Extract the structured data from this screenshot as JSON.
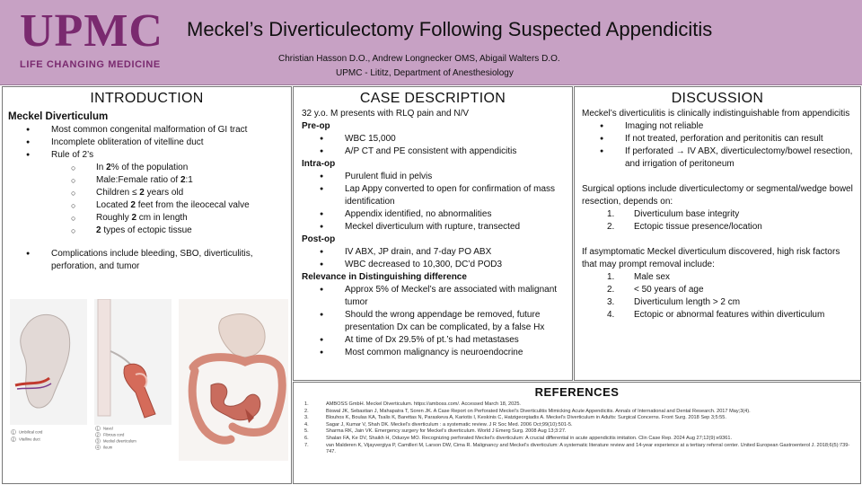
{
  "header": {
    "logo_text": "UPMC",
    "logo_tagline": "LIFE CHANGING MEDICINE",
    "title": "Meckel’s Diverticulectomy Following Suspected Appendicitis",
    "authors": "Christian Hasson D.O., Andrew Longnecker OMS, Abigail Walters D.O.",
    "affiliation": "UPMC - Lititz, Department of Anesthesiology",
    "bg_color": "#c7a1c4",
    "brand_color": "#7a2a6f"
  },
  "introduction": {
    "heading": "INTRODUCTION",
    "subheading": "Meckel Diverticulum",
    "bullets": [
      "Most common congenital malformation of GI tract",
      "Incomplete obliteration of vitelline duct",
      "Rule of 2’s"
    ],
    "rule_of_twos": [
      {
        "pre": "In ",
        "b": "2",
        "post": "% of the population"
      },
      {
        "pre": "Male:Female ratio of ",
        "b": "2",
        "post": ":1"
      },
      {
        "pre": "Children ≤ ",
        "b": "2",
        "post": " years old"
      },
      {
        "pre": "Located ",
        "b": "2",
        "post": " feet from the ileocecal valve"
      },
      {
        "pre": "Roughly ",
        "b": "2",
        "post": " cm in length"
      },
      {
        "pre": "",
        "b": "2",
        "post": " types of ectopic tissue"
      }
    ],
    "complications": "Complications include bleeding, SBO, diverticulitis, perforation, and tumor",
    "figure_legend_left": [
      "Umbilical cord",
      "Vitelline duct"
    ],
    "figure_legend_right": [
      "Navel",
      "Fibrous cord",
      "Meckel diverticulum",
      "Ileum"
    ],
    "figure_numbers_left": [
      "1",
      "2"
    ],
    "figure_numbers_right": [
      "1",
      "2",
      "3",
      "4"
    ]
  },
  "case": {
    "heading": "CASE DESCRIPTION",
    "intro_line": "32 y.o. M presents with RLQ pain and N/V",
    "preop_label": "Pre-op",
    "preop": [
      "WBC 15,000",
      "A/P CT and PE consistent with appendicitis"
    ],
    "intraop_label": "Intra-op",
    "intraop": [
      "Purulent fluid in pelvis",
      "Lap Appy converted to open for confirmation of mass identification",
      "Appendix identified, no abnormalities",
      "Meckel diverticulum with rupture, transected"
    ],
    "postop_label": "Post-op",
    "postop": [
      "IV ABX, JP drain, and 7-day PO ABX",
      "WBC decreased to 10,300, DC’d POD3"
    ],
    "relevance_label": "Relevance in Distinguishing difference",
    "relevance": [
      "Approx 5% of Meckel’s are associated with malignant tumor",
      "Should the wrong appendage be removed, future presentation Dx can be complicated, by a false Hx",
      "At time of Dx 29.5% of pt.’s had metastases",
      "Most common malignancy is neuroendocrine"
    ]
  },
  "discussion": {
    "heading": "DISCUSSION",
    "p1": "Meckel’s diverticulitis is clinically indistinguishable from appendicitis",
    "p1_bullets": [
      "Imaging not reliable",
      "If not treated, perforation and peritonitis can result",
      "If perforated → IV ABX, diverticulectomy/bowel resection, and irrigation of peritoneum"
    ],
    "p2": "Surgical options include diverticulectomy or segmental/wedge bowel resection, depends on:",
    "p2_items": [
      "Diverticulum base integrity",
      "Ectopic tissue presence/location"
    ],
    "p3": "If asymptomatic Meckel diverticulum discovered, high risk factors that may prompt removal include:",
    "p3_items": [
      "Male sex",
      "< 50 years of age",
      "Diverticulum length > 2 cm",
      "Ectopic or abnormal features within diverticulum"
    ]
  },
  "references": {
    "heading": "REFERENCES",
    "items": [
      "AMBOSS GmbH. Meckel Diverticulum. https://amboss.com/. Accessed March 18, 2025.",
      "Biswal JK, Sebastian J, Mahapatra T, Soren JK. A Case Report on Perforated Meckel’s Diverticulitis Mimicking Acute Appendicitis. Annals of International and Dental Research. 2017 May;3(4).",
      "Blouhos K, Boulas KA, Tsalis K, Barettas N, Paraskeva A, Kariotis I, Keskinis C, Hatzigeorgiadis A. Meckel’s Diverticulum in Adults: Surgical Concerns. Front Surg. 2018 Sep 3;5:55.",
      "Sagar J, Kumar V, Shah DK. Meckel’s diverticulum : a systematic review. J R Soc Med. 2006 Oct;99(10):501-5.",
      "Sharma RK, Jain VK. Emergency surgery for Meckel’s diverticulum. World J Emerg Surg. 2008 Aug 13;3:27.",
      "Shalan FA, Ke DV, Shaikh H, Oduoye MO. Recognizing perforated Meckel’s diverticulum: A crucial differential in acute appendicitis imitation. Clin Case Rep. 2024 Aug 27;12(9):e9361.",
      "van Malderen K, Vijayvergiya P, Camilleri M, Larson DW, Cima R. Malignancy and Meckel’s diverticulum: A systematic literature review and 14-year experience at a tertiary referral center. United European Gastroenterol J. 2018;6(5):739-747."
    ]
  }
}
